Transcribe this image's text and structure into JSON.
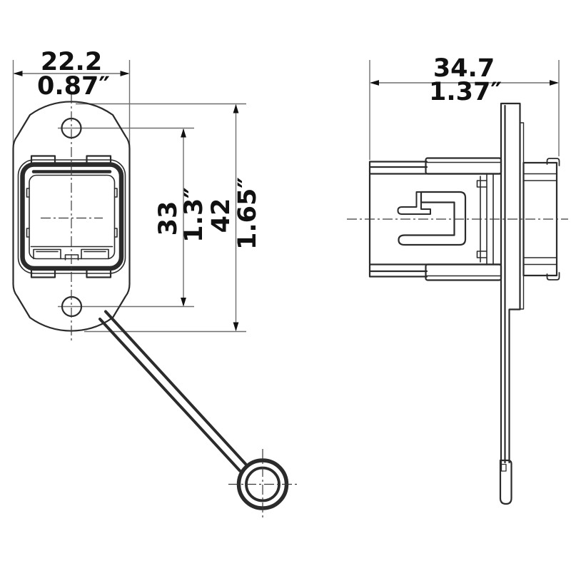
{
  "drawing": {
    "type": "technical-drawing",
    "subject": "panel-mount connector with protective cap lanyard, front and side views"
  },
  "dimensions": {
    "front_width": {
      "mm": "22.2",
      "inch": "0.87″"
    },
    "mount_hole_spacing": {
      "mm": "33",
      "inch": "1.3″"
    },
    "flange_height": {
      "mm": "42",
      "inch": "1.65″"
    },
    "side_depth": {
      "mm": "34.7",
      "inch": "1.37″"
    }
  },
  "colors": {
    "background": "#ffffff",
    "part_line": "#2b2b2b",
    "dimension_line": "#6f6f6f",
    "text": "#111111"
  }
}
